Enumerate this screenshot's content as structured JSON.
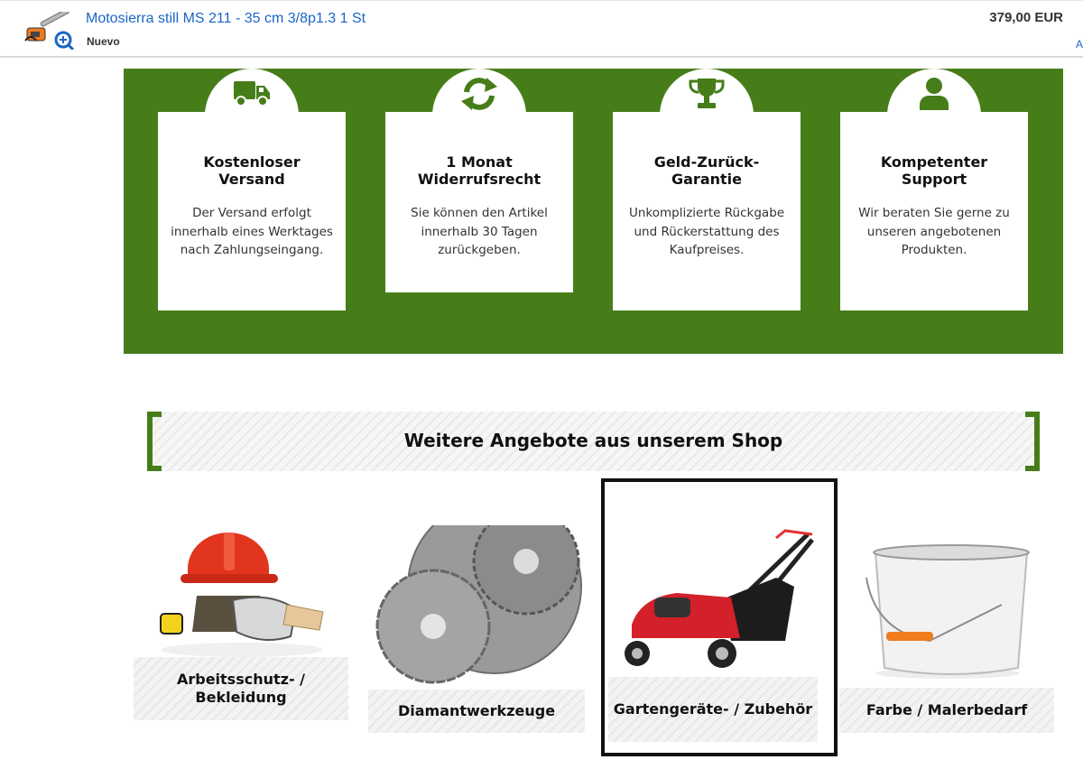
{
  "listing": {
    "title": "Motosierra still MS 211 - 35 cm 3/8p1.3 1 St",
    "condition": "Nuevo",
    "price": "379,00 EUR",
    "edge_link": "A"
  },
  "benefits": [
    {
      "icon": "truck-icon",
      "title": "Kostenloser Versand",
      "text": "Der Versand erfolgt innerhalb eines Werktages nach Zahlungseingang."
    },
    {
      "icon": "refresh-icon",
      "title": "1 Monat Widerrufsrecht",
      "text": "Sie können den Artikel innerhalb 30 Tagen zurückgeben."
    },
    {
      "icon": "trophy-icon",
      "title": "Geld-Zurück-Garantie",
      "text": "Unkomplizierte Rückgabe und Rückerstattung des Kaufpreises."
    },
    {
      "icon": "user-icon",
      "title": "Kompetenter Support",
      "text": "Wir beraten Sie gerne zu unseren angebotenen Produkten."
    }
  ],
  "section": {
    "title": "Weitere Angebote aus unserem Shop"
  },
  "categories": [
    {
      "label": "Arbeitsschutz- / Bekleidung",
      "icon": "safety-gear-icon"
    },
    {
      "label": "Diamantwerkzeuge",
      "icon": "diamond-blade-icon"
    },
    {
      "label": "Gartengeräte- / Zubehör",
      "icon": "lawn-mower-icon",
      "selected": true
    },
    {
      "label": "Farbe / Malerbedarf",
      "icon": "paint-bucket-icon"
    }
  ],
  "colors": {
    "brand_green": "#467d19",
    "link_blue": "#1a66c6",
    "text_dark": "#111111"
  }
}
